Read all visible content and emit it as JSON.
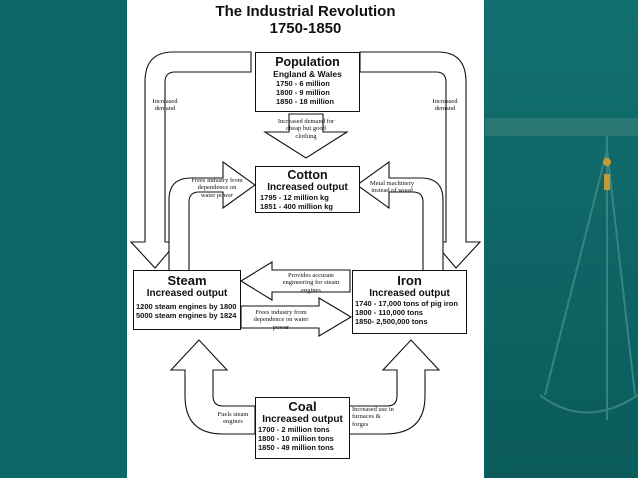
{
  "title": "The Industrial Revolution",
  "subtitle": "1750-1850",
  "population": {
    "heading": "Population",
    "subheading": "England & Wales",
    "lines": [
      "1750 - 6 million",
      "1800 - 9 million",
      "1850 - 18 million"
    ]
  },
  "cotton": {
    "heading": "Cotton",
    "subheading": "Increased output",
    "lines": [
      "1795 - 12 million kg",
      "1851 - 400 million kg"
    ]
  },
  "steam": {
    "heading": "Steam",
    "subheading": "Increased output",
    "lines": [
      "1200 steam engines by 1800",
      "5000 steam engines by 1824"
    ]
  },
  "iron": {
    "heading": "Iron",
    "subheading": "Increased output",
    "lines": [
      "1740 - 17,000 tons of pig iron",
      "1800 - 110,000 tons",
      "1850-  2,500,000 tons"
    ]
  },
  "coal": {
    "heading": "Coal",
    "subheading": "Increased output",
    "lines": [
      "1700 - 2 million tons",
      "1800 - 10 million tons",
      "1850 - 49 million tons"
    ]
  },
  "labels": {
    "left_demand": "Increased demand",
    "right_demand": "Increased demand",
    "pop_to_cotton": "Increased demand for cheap but good clothing",
    "steam_to_cotton": "Frees industry from dependence on water power",
    "iron_to_cotton": "Metal machinery instead of wood",
    "iron_to_steam": "Provides accurate engineering for steam engines",
    "steam_to_iron": "Frees industry from dependence on water power",
    "coal_to_steam": "Fuels steam engines",
    "coal_to_iron": "Increased use in furnaces & forges"
  }
}
